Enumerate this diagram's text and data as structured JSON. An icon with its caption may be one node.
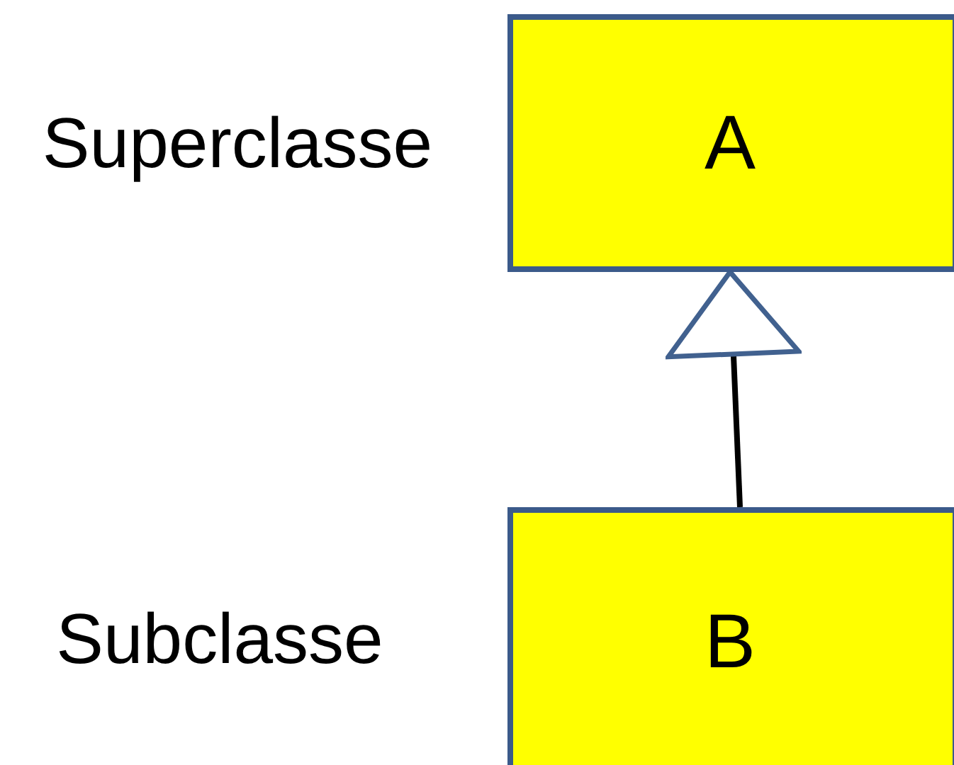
{
  "diagram": {
    "nodes": [
      {
        "text": [
          "A"
        ],
        "beside": [
          "Superclasse"
        ]
      },
      {
        "text": [
          "B"
        ],
        "beside": [
          "Subclasse"
        ]
      }
    ],
    "edges": [
      {
        "from": 1,
        "to": 0,
        "arrow": "to"
      }
    ]
  }
}
